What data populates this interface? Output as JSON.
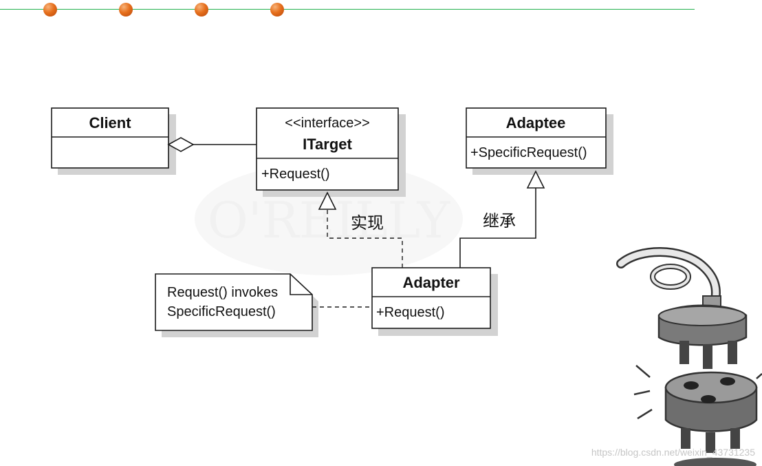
{
  "classes": {
    "client": {
      "name": "Client"
    },
    "itarget": {
      "stereotype": "<<interface>>",
      "name": "ITarget",
      "method": "+Request()"
    },
    "adaptee": {
      "name": "Adaptee",
      "method": "+SpecificRequest()"
    },
    "adapter": {
      "name": "Adapter",
      "method": "+Request()"
    }
  },
  "note": {
    "line1": "Request() invokes",
    "line2": "SpecificRequest()"
  },
  "relations": {
    "implements_label": "实现",
    "inherits_label": "继承"
  },
  "background_logo": "O'REILLY",
  "watermark": "https://blog.csdn.net/weixin_43731235",
  "colors": {
    "accent_line": "#22b14c",
    "bullet": "#e66f1c",
    "stroke": "#1a1a1a"
  },
  "icons": [
    "plug-icon",
    "socket-icon"
  ]
}
